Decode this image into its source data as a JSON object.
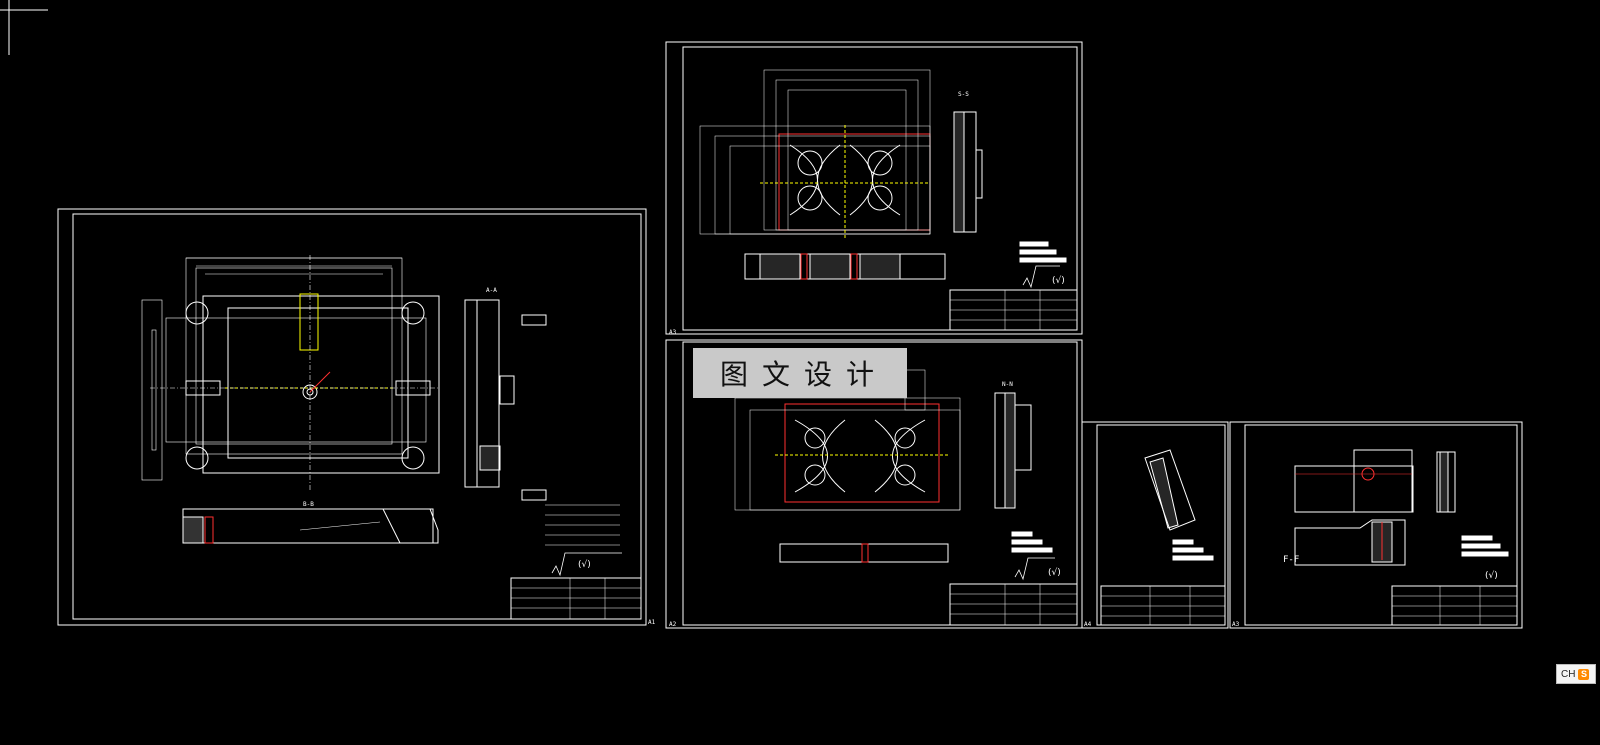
{
  "watermark": {
    "text": "图文设计"
  },
  "sheets": [
    {
      "id": "A1",
      "label": "A1"
    },
    {
      "id": "A2-top",
      "label": "A3"
    },
    {
      "id": "A2-bottom",
      "label": "A2"
    },
    {
      "id": "A4-left",
      "label": "A4"
    },
    {
      "id": "A4-right",
      "label": "A3"
    }
  ],
  "section_labels": {
    "a_a": "A-A",
    "b_b": "B-B",
    "n_n": "N-N",
    "s_s": "S-S",
    "f_f": "F-F"
  },
  "roughness_symbol": "(√)",
  "ime": {
    "lang": "CH",
    "logo": "S"
  },
  "colors": {
    "background": "#000000",
    "line": "#ffffff",
    "accent_red": "#ff3030",
    "accent_yellow": "#ffff00",
    "watermark_bg": "#c9c9c9"
  }
}
